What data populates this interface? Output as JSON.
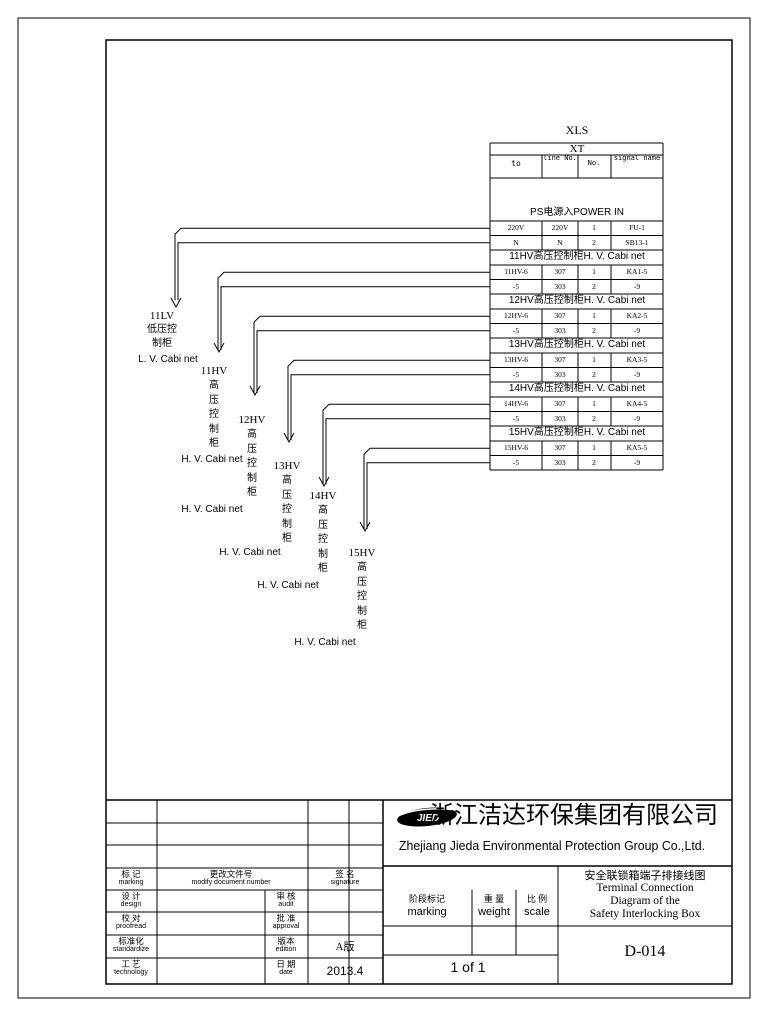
{
  "terminal": {
    "block_title": "XLS",
    "strip_title": "XT",
    "headers": {
      "to": "to",
      "line_no": "line No.",
      "no": "No.",
      "signal": "signal name"
    },
    "power_section": "PS电源入POWER IN",
    "power_rows": [
      {
        "to": "220V",
        "line": "220V",
        "no": "1",
        "signal": "FU-1"
      },
      {
        "to": "N",
        "line": "N",
        "no": "2",
        "signal": "SB13-1"
      }
    ],
    "cabinet_sections": [
      {
        "title": "11HV高压控制柜H. V. Cabi net",
        "rows": [
          {
            "to": "11HV-6",
            "line": "307",
            "no": "1",
            "signal": "KA1-5"
          },
          {
            "to": "-5",
            "line": "303",
            "no": "2",
            "signal": "-9"
          }
        ]
      },
      {
        "title": "12HV高压控制柜H. V. Cabi net",
        "rows": [
          {
            "to": "12HV-6",
            "line": "307",
            "no": "1",
            "signal": "KA2-5"
          },
          {
            "to": "-5",
            "line": "303",
            "no": "2",
            "signal": "-9"
          }
        ]
      },
      {
        "title": "13HV高压控制柜H. V. Cabi net",
        "rows": [
          {
            "to": "13HV-6",
            "line": "307",
            "no": "1",
            "signal": "KA3-5"
          },
          {
            "to": "-5",
            "line": "303",
            "no": "2",
            "signal": "-9"
          }
        ]
      },
      {
        "title": "14HV高压控制柜H. V. Cabi net",
        "rows": [
          {
            "to": "14HV-6",
            "line": "307",
            "no": "1",
            "signal": "KA4-5"
          },
          {
            "to": "-5",
            "line": "303",
            "no": "2",
            "signal": "-9"
          }
        ]
      },
      {
        "title": "15HV高压控制柜H. V. Cabi net",
        "rows": [
          {
            "to": "15HV-6",
            "line": "307",
            "no": "1",
            "signal": "KA5-5"
          },
          {
            "to": "-5",
            "line": "303",
            "no": "2",
            "signal": "-9"
          }
        ]
      }
    ]
  },
  "cabinets": [
    {
      "code": "11LV",
      "cn": [
        "低压控",
        "制柜"
      ],
      "en": "L. V. Cabi net"
    },
    {
      "code": "11HV",
      "cn": [
        "高",
        "压",
        "控",
        "制",
        "柜"
      ],
      "en": "H. V. Cabi net"
    },
    {
      "code": "12HV",
      "cn": [
        "高",
        "压",
        "控",
        "制",
        "柜"
      ],
      "en": "H. V. Cabi net"
    },
    {
      "code": "13HV",
      "cn": [
        "高",
        "压",
        "控",
        "制",
        "柜"
      ],
      "en": "H. V. Cabi net"
    },
    {
      "code": "14HV",
      "cn": [
        "高",
        "压",
        "控",
        "制",
        "柜"
      ],
      "en": "H. V. Cabi net"
    },
    {
      "code": "15HV",
      "cn": [
        "高",
        "压",
        "控",
        "制",
        "柜"
      ],
      "en": "H. V. Cabi net"
    }
  ],
  "title_block": {
    "company_cn": "浙江洁达环保集团有限公司",
    "company_en": "Zhejiang Jieda Environmental Protection Group Co.,Ltd.",
    "logo_text": "JIED",
    "labels": {
      "marking": [
        "标 记",
        "marking"
      ],
      "modify": [
        "更改文件号",
        "modify document number"
      ],
      "signature": [
        "签 名",
        "signature"
      ],
      "design": [
        "设 计",
        "design"
      ],
      "audit": [
        "审 核",
        "audit"
      ],
      "proofread": [
        "校 对",
        "proofread"
      ],
      "approval": [
        "批 准",
        "approval"
      ],
      "standardize": [
        "标准化",
        "standardize"
      ],
      "edition": [
        "版本",
        "edition"
      ],
      "technology": [
        "工 艺",
        "technology"
      ],
      "date": [
        "日 期",
        "date"
      ],
      "stage_marking": [
        "阶段标记",
        "marking"
      ],
      "weight": [
        "重 量",
        "weight"
      ],
      "scale": [
        "比 例",
        "scale"
      ]
    },
    "edition_value": "A版",
    "date_value": "2013.4",
    "sheet": "1 of 1",
    "drawing_title_cn": "安全联锁箱端子排接线图",
    "drawing_title_en": [
      "Terminal Connection",
      "Diagram of the",
      "Safety Interlocking Box"
    ],
    "drawing_no": "D-014"
  }
}
